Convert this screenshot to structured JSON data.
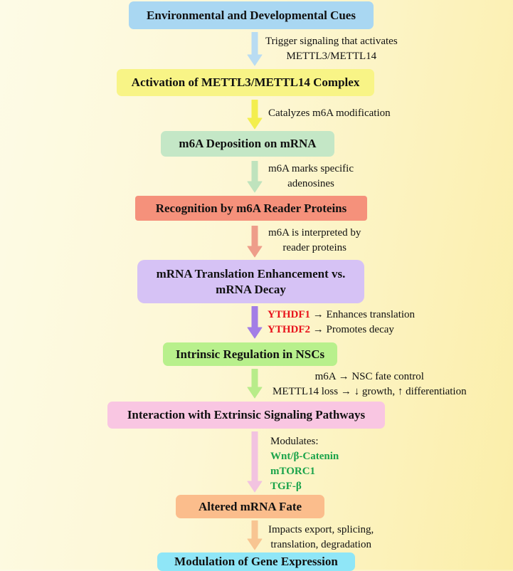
{
  "colors": {
    "box1": "#a9d7f2",
    "box2": "#f8f486",
    "box3": "#c4e7c6",
    "box4": "#f5917b",
    "box5": "#d6c2f5",
    "box6": "#b8f08c",
    "box7": "#f9c6e2",
    "box8": "#fbbd8c",
    "box9": "#8fe6f7",
    "arrow1": "#b9dcf2",
    "arrow2": "#f3ee4f",
    "arrow3": "#bfe3bd",
    "arrow4": "#ee9d8a",
    "arrow5": "#a37ee6",
    "arrow6": "#b8ec8a",
    "arrow7": "#f2c3e0",
    "arrow8": "#f8c592"
  },
  "steps": [
    {
      "label": "Environmental and Developmental Cues"
    },
    {
      "label": "Activation of METTL3/METTL14 Complex"
    },
    {
      "label": "m6A Deposition on mRNA"
    },
    {
      "label": "Recognition by m6A Reader Proteins"
    },
    {
      "label": "mRNA Translation Enhancement vs. mRNA Decay"
    },
    {
      "label": "Intrinsic Regulation in NSCs"
    },
    {
      "label": "Interaction with Extrinsic Signaling Pathways"
    },
    {
      "label": "Altered mRNA Fate"
    },
    {
      "label": "Modulation of Gene Expression"
    }
  ],
  "notes": {
    "n1": [
      "Trigger signaling that activates",
      "METTL3/METTL14"
    ],
    "n2": [
      "Catalyzes m6A modification"
    ],
    "n3": [
      "m6A marks specific",
      "adenosines"
    ],
    "n4": [
      "m6A is interpreted by",
      "reader proteins"
    ],
    "n5": {
      "ythdf1": "YTHDF1",
      "ythdf1_effect": " → Enhances translation",
      "ythdf2": "YTHDF2",
      "ythdf2_effect": " → Promotes decay"
    },
    "n6": [
      "m6A → NSC fate control",
      "METTL14 loss → ↓ growth, ↑ differentiation"
    ],
    "n7": {
      "heading": "Modulates:",
      "pathways": [
        "Wnt/β-Catenin",
        "mTORC1",
        "TGF-β"
      ]
    },
    "n8": [
      "Impacts export, splicing,",
      "translation, degradation"
    ]
  }
}
